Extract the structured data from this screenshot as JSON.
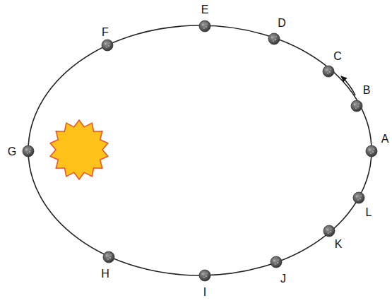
{
  "diagram": {
    "labels": [
      "E",
      "D",
      "C",
      "F",
      "B",
      "G",
      "A",
      "L",
      "K",
      "H",
      "J",
      "I"
    ]
  }
}
